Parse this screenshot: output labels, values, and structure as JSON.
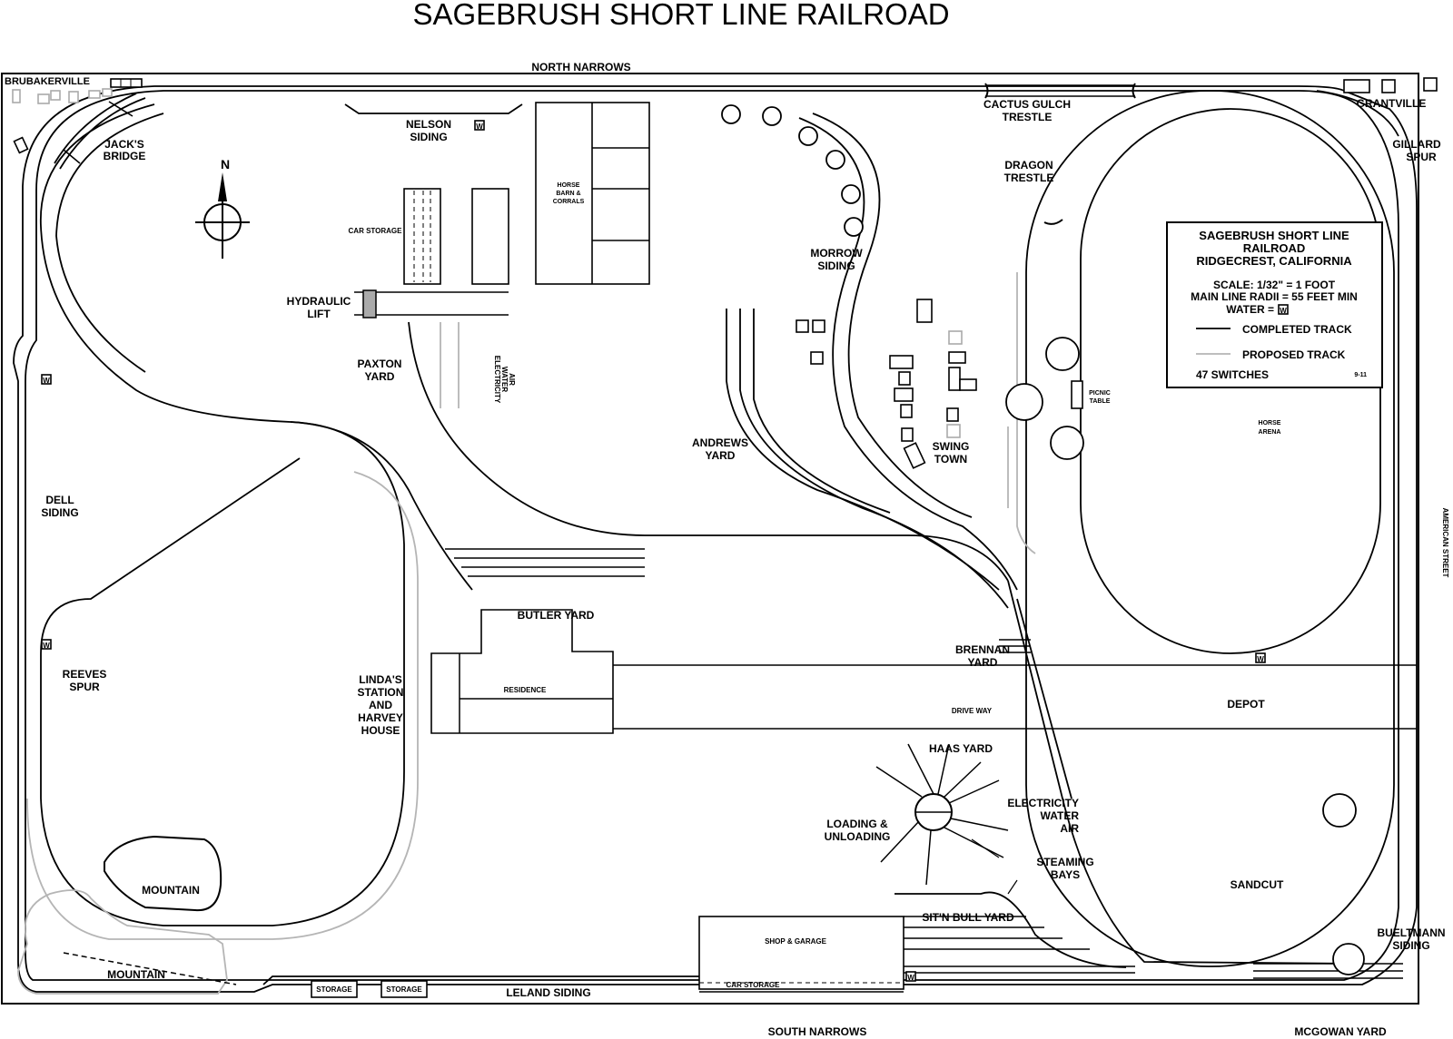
{
  "title": "SAGEBRUSH SHORT LINE RAILROAD",
  "labels": {
    "north_narrows": "NORTH NARROWS",
    "south_narrows": "SOUTH NARROWS",
    "mcgowan_yard": "MCGOWAN YARD",
    "american_street": "AMERICAN STREET",
    "brubakerville": "BRUBAKERVILLE",
    "jacks_bridge_1": "JACK'S",
    "jacks_bridge_2": "BRIDGE",
    "compass_n": "N",
    "nelson_1": "NELSON",
    "nelson_2": "SIDING",
    "car_storage_top": "CAR STORAGE",
    "horse_barn_1": "HORSE",
    "horse_barn_2": "BARN &",
    "horse_barn_3": "CORRALS",
    "hydraulic_1": "HYDRAULIC",
    "hydraulic_2": "LIFT",
    "paxton_1": "PAXTON",
    "paxton_2": "YARD",
    "utility_1": "ELECTRICITY",
    "utility_2": "WATER",
    "utility_3": "AIR",
    "dell_1": "DELL",
    "dell_2": "SIDING",
    "reeves_1": "REEVES",
    "reeves_2": "SPUR",
    "mountain_inner": "MOUNTAIN",
    "mountain_outer": "MOUNTAIN",
    "lindas_1": "LINDA'S",
    "lindas_2": "STATION",
    "lindas_3": "AND",
    "lindas_4": "HARVEY",
    "lindas_5": "HOUSE",
    "butler_yard": "BUTLER YARD",
    "residence": "RESIDENCE",
    "drive_way": "DRIVE WAY",
    "depot": "DEPOT",
    "andrews_1": "ANDREWS",
    "andrews_2": "YARD",
    "morrow_1": "MORROW",
    "morrow_2": "SIDING",
    "swing_1": "SWING",
    "swing_2": "TOWN",
    "cactus_1": "CACTUS GULCH",
    "cactus_2": "TRESTLE",
    "dragon_1": "DRAGON",
    "dragon_2": "TRESTLE",
    "grantville": "GRANTVILLE",
    "gillard_1": "GILLARD",
    "gillard_2": "SPUR",
    "picnic_1": "PICNIC",
    "picnic_2": "TABLE",
    "arena_1": "HORSE",
    "arena_2": "ARENA",
    "brennan_1": "BRENNAN",
    "brennan_2": "YARD",
    "haas_yard": "HAAS YARD",
    "elec2_1": "ELECTRICITY",
    "elec2_2": "WATER",
    "elec2_3": "AIR",
    "loading_1": "LOADING &",
    "loading_2": "UNLOADING",
    "steaming_1": "STEAMING",
    "steaming_2": "BAYS",
    "sitn_bull": "SIT'N BULL YARD",
    "sandcut": "SANDCUT",
    "bueltmann_1": "BUELTMANN",
    "bueltmann_2": "SIDING",
    "shop_garage": "SHOP  &  GARAGE",
    "car_storage_bottom": "CAR STORAGE",
    "storage_1": "STORAGE",
    "storage_2": "STORAGE",
    "leland_siding": "LELAND SIDING",
    "water_marker": "W"
  },
  "legend": {
    "title_1": "SAGEBRUSH SHORT LINE",
    "title_2": "RAILROAD",
    "title_3": "RIDGECREST,  CALIFORNIA",
    "scale": "SCALE: 1/32\" = 1 FOOT",
    "radii": "MAIN LINE RADII = 55 FEET MIN",
    "water": "WATER =",
    "completed": "COMPLETED TRACK",
    "proposed": "PROPOSED TRACK",
    "switches": "47 SWITCHES",
    "date": "9-11"
  },
  "colors": {
    "completed_track": "#000000",
    "proposed_track": "#b5b5b5"
  }
}
